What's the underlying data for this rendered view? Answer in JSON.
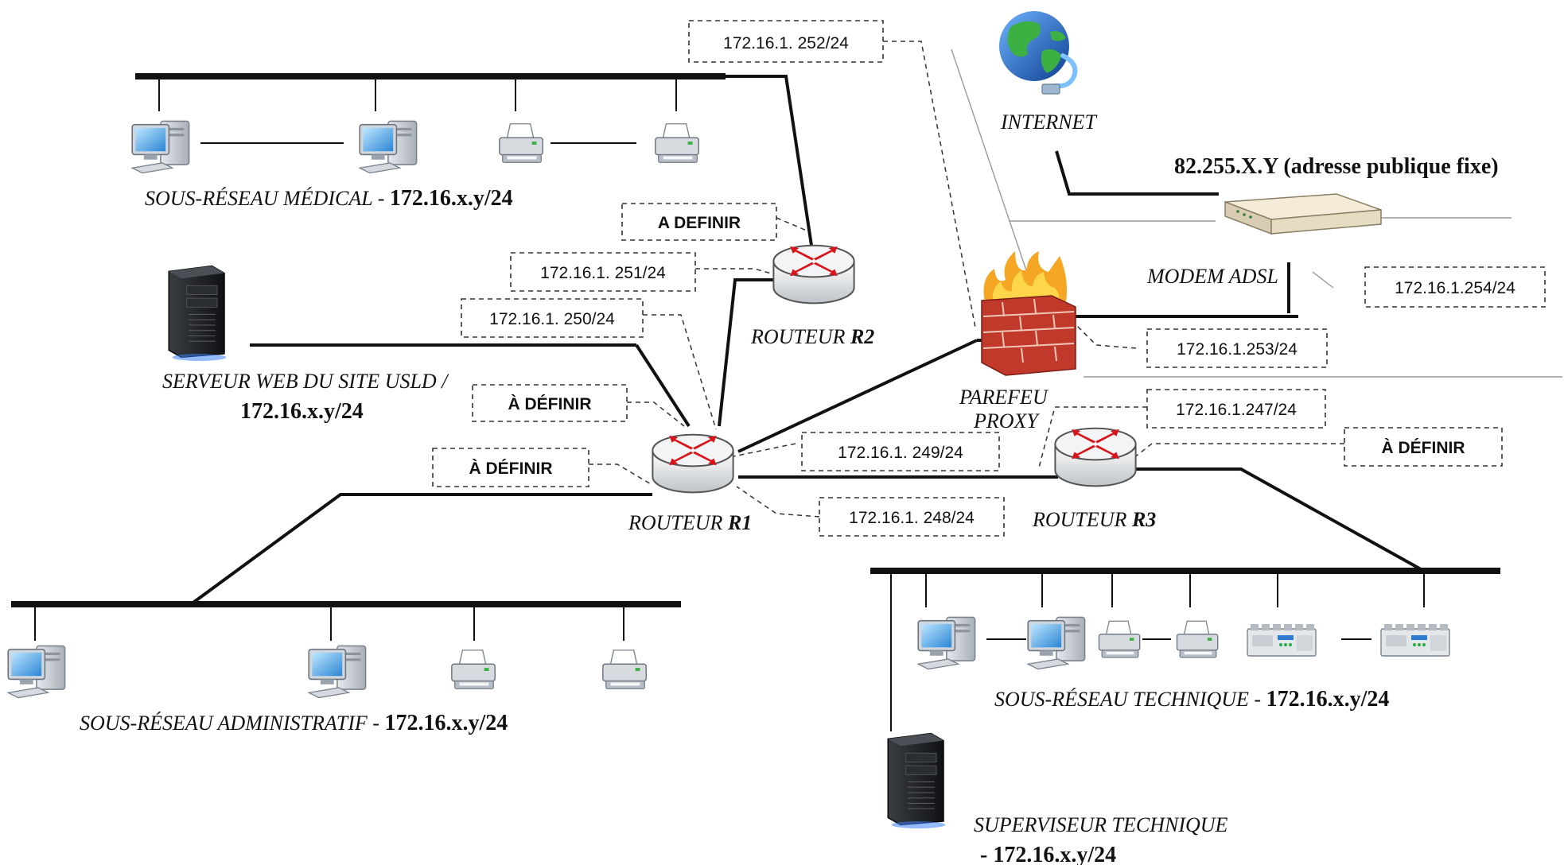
{
  "networks": {
    "medical": {
      "name": "SOUS-RÉSEAU MÉDICAL",
      "sep": " - ",
      "addr": "172.16.x.y/24"
    },
    "administratif": {
      "name": "SOUS-RÉSEAU ADMINISTRATIF",
      "sep": " - ",
      "addr": "172.16.x.y/24"
    },
    "technique": {
      "name": "SOUS-RÉSEAU TECHNIQUE",
      "sep": " - ",
      "addr": "172.16.x.y/24"
    }
  },
  "devices": {
    "internet": "INTERNET",
    "modem": "MODEM ADSL",
    "public_addr": "82.255.X.Y (adresse publique fixe)",
    "firewall_line1": "PAREFEU",
    "firewall_line2": "PROXY",
    "router_prefix": "ROUTEUR ",
    "r1": "R1",
    "r2": "R2",
    "r3": "R3",
    "webserver_line1": "SERVEUR WEB DU SITE USLD /",
    "webserver_addr": "172.16.x.y/24",
    "supervisor_line1": "SUPERVISEUR TECHNIQUE",
    "supervisor_prefix": "- ",
    "supervisor_addr": "172.16.x.y/24"
  },
  "addresses": {
    "r2_top": "172.16.1. 252/24",
    "r2_define": "A DEFINIR",
    "r2_left": "172.16.1. 251/24",
    "r1_top": "172.16.1. 250/24",
    "r1_define_top": "À DÉFINIR",
    "r1_define_left": "À DÉFINIR",
    "r1_right": "172.16.1. 249/24",
    "r1_bottom": "172.16.1. 248/24",
    "firewall": "172.16.1.253/24",
    "modem": "172.16.1.254/24",
    "r3_top": "172.16.1.247/24",
    "r3_define": "À DÉFINIR"
  },
  "colors": {
    "router_arrow": "#d8141a",
    "screen_blue": "#3aa0e8",
    "firewall_brick": "#c0392b",
    "flame": "#f5a623",
    "globe_blue": "#1565c0",
    "globe_green": "#3cb043"
  }
}
